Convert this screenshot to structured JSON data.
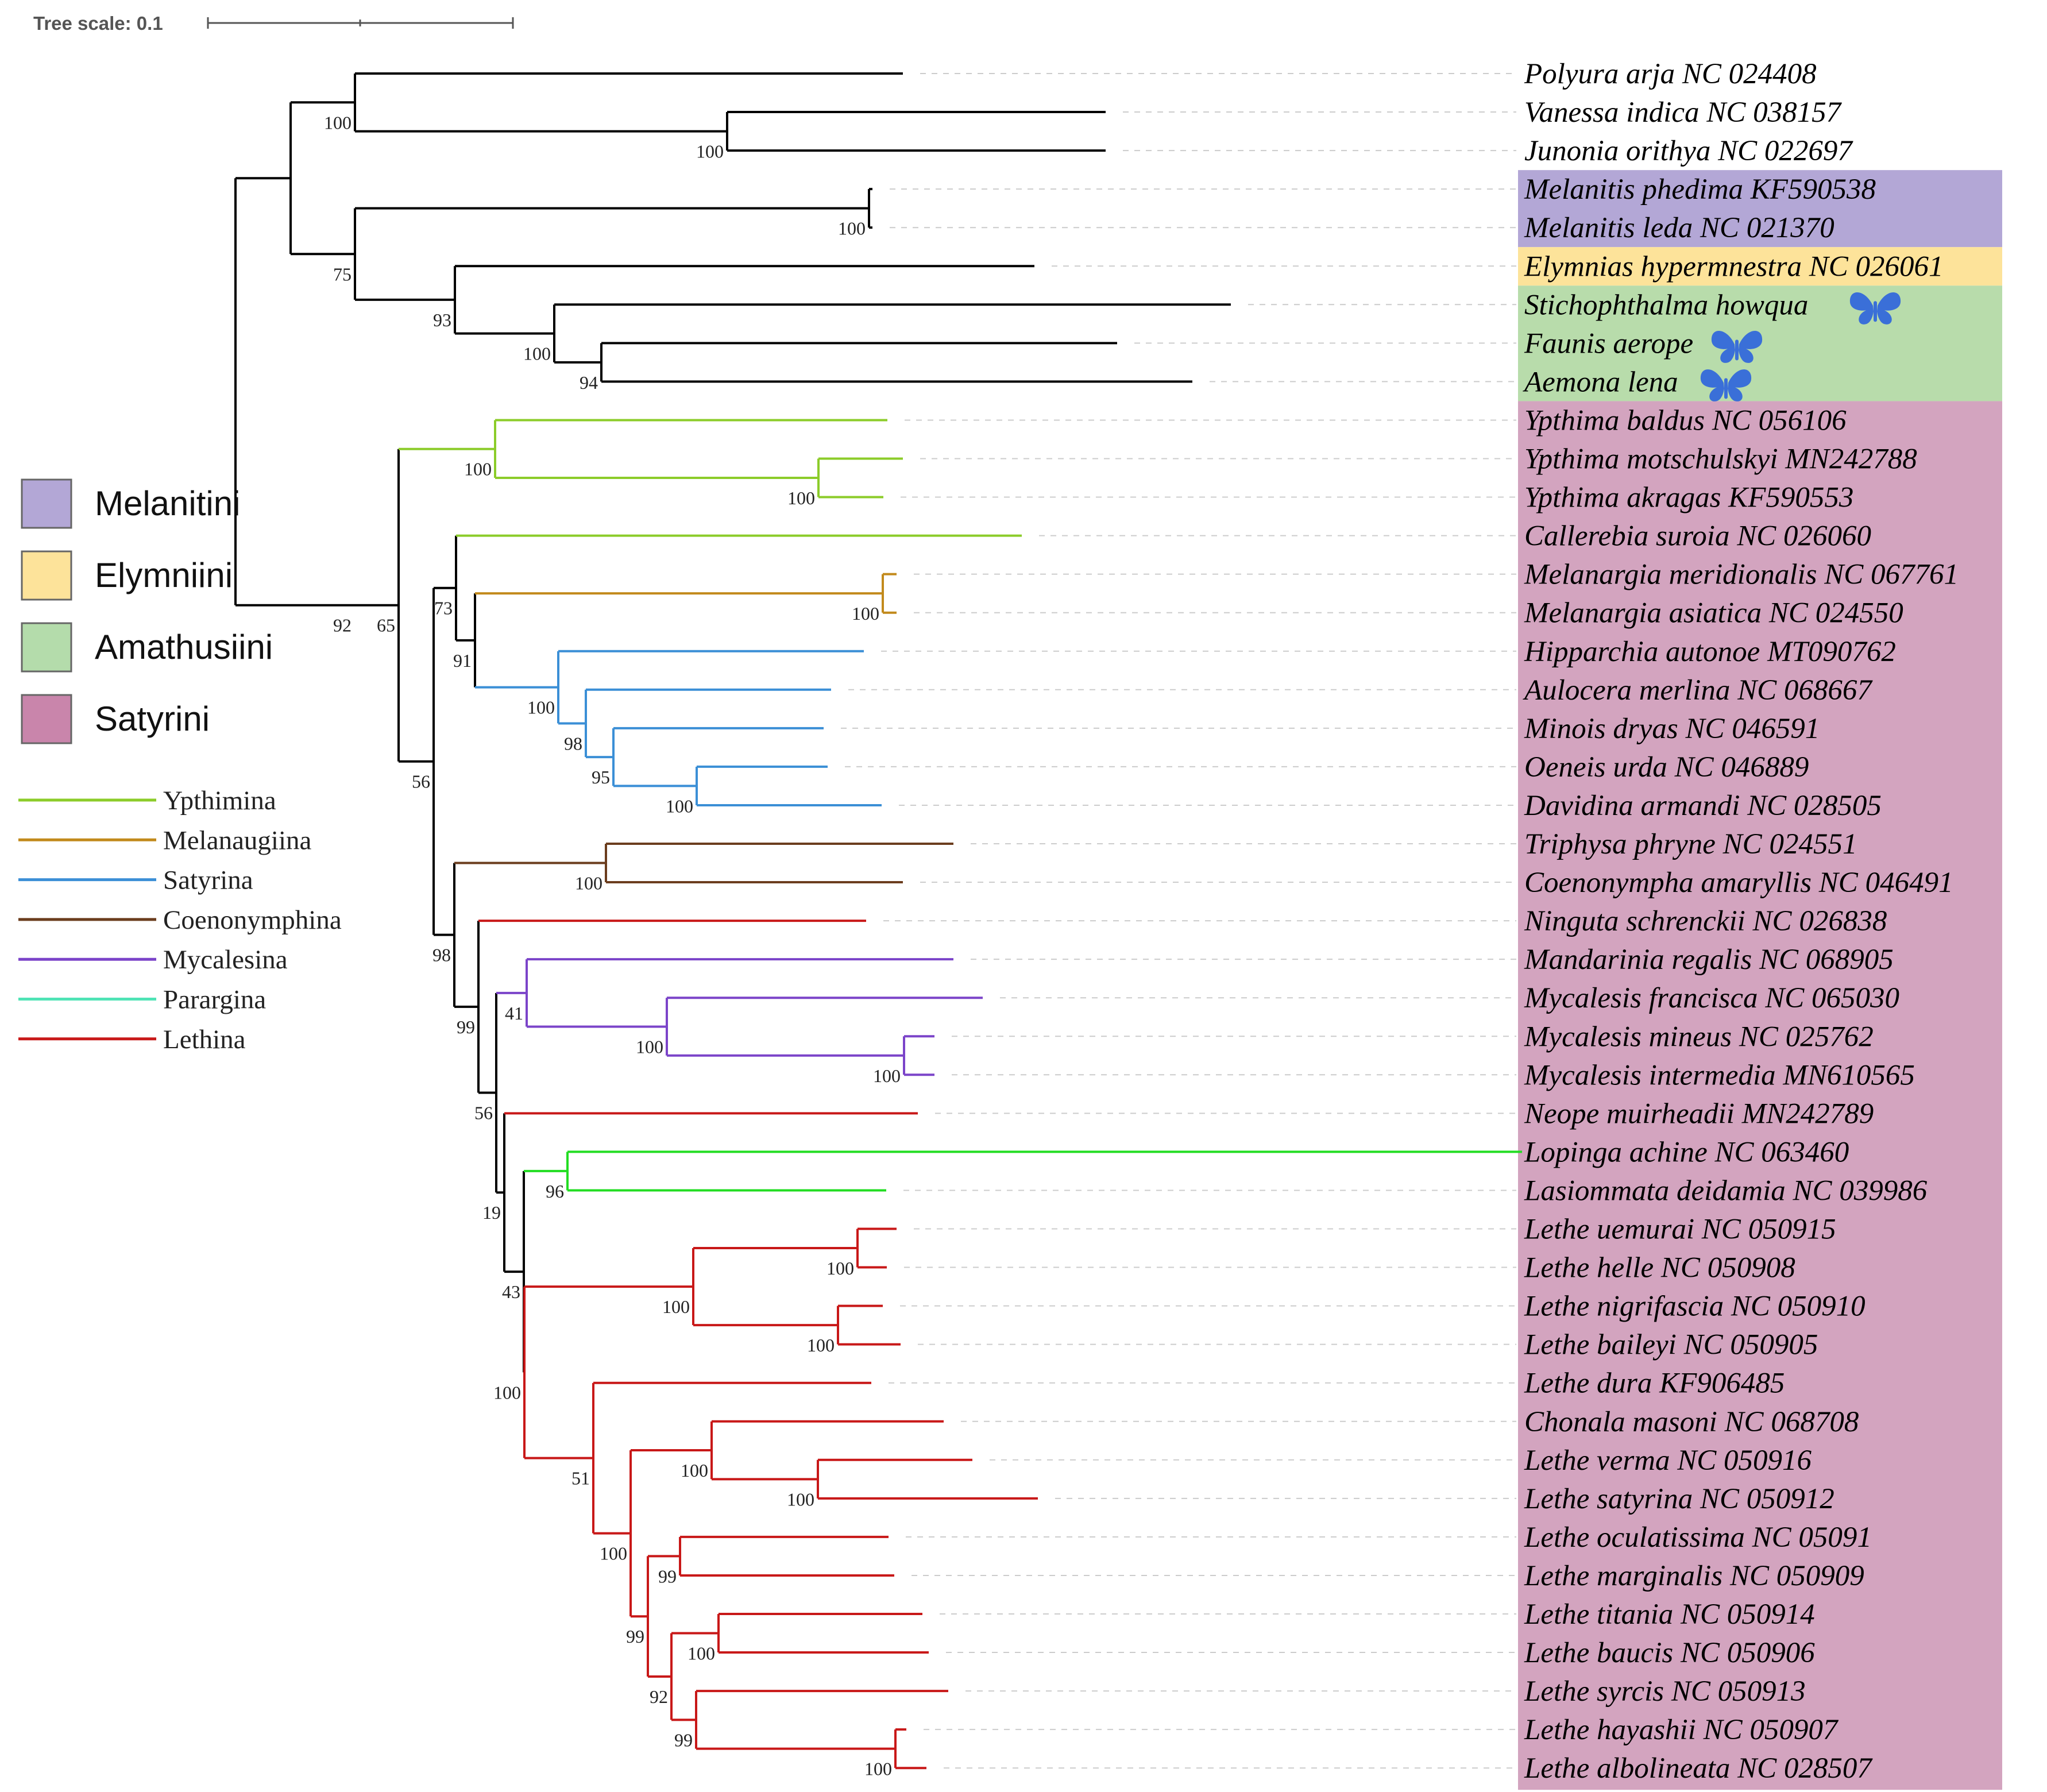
{
  "tree_scale": {
    "label": "Tree scale: 0.1"
  },
  "legend": {
    "tribes": [
      {
        "label": "Melanitini",
        "color": "#b3a7d6"
      },
      {
        "label": "Elymniini",
        "color": "#fde39a"
      },
      {
        "label": "Amathusiini",
        "color": "#b4dcab"
      },
      {
        "label": "Satyrini",
        "color": "#c985ab"
      }
    ],
    "subtribes": [
      {
        "label": "Ypthimina",
        "color": "#8ccc2a"
      },
      {
        "label": "Melanaugiina",
        "color": "#c28a1c"
      },
      {
        "label": "Satyrina",
        "color": "#3b8fd6"
      },
      {
        "label": "Coenonymphina",
        "color": "#6b3d1e"
      },
      {
        "label": "Mycalesina",
        "color": "#7b44c9"
      },
      {
        "label": "Parargina",
        "color": "#4fe3b5"
      },
      {
        "label": "Lethina",
        "color": "#c81818"
      }
    ]
  },
  "taxa": [
    "Polyura arja NC 024408",
    "Vanessa indica NC 038157",
    "Junonia orithya NC 022697",
    "Melanitis phedima KF590538",
    "Melanitis leda NC 021370",
    "Elymnias hypermnestra NC 026061",
    "Stichophthalma howqua",
    "Faunis aerope",
    "Aemona lena",
    "Ypthima baldus NC 056106",
    "Ypthima motschulskyi MN242788",
    "Ypthima akragas KF590553",
    "Callerebia suroia NC 026060",
    "Melanargia meridionalis NC 067761",
    "Melanargia asiatica NC 024550",
    "Hipparchia autonoe MT090762",
    "Aulocera merlina NC 068667",
    "Minois dryas NC 046591",
    "Oeneis urda NC 046889",
    "Davidina armandi NC 028505",
    "Triphysa phryne NC 024551",
    "Coenonympha amaryllis NC 046491",
    "Ninguta schrenckii NC 026838",
    "Mandarinia regalis NC 068905",
    "Mycalesis francisca NC 065030",
    "Mycalesis mineus NC 025762",
    "Mycalesis intermedia MN610565",
    "Neope muirheadii MN242789",
    "Lopinga achine NC 063460",
    "Lasiommata deidamia NC 039986",
    "Lethe uemurai NC 050915",
    "Lethe helle NC 050908",
    "Lethe nigrifascia NC 050910",
    "Lethe baileyi NC 050905",
    "Lethe dura KF906485",
    "Chonala masoni NC 068708",
    "Lethe verma NC 050916",
    "Lethe satyrina NC 050912",
    "Lethe oculatissima NC 05091",
    "Lethe marginalis NC 050909",
    "Lethe titania NC 050914",
    "Lethe baucis NC 050906",
    "Lethe syrcis NC 050913",
    "Lethe hayashii NC 050907",
    "Lethe albolineata NC 028507"
  ],
  "bootstrap_values": [
    "100",
    "100",
    "100",
    "75",
    "93",
    "100",
    "94",
    "100",
    "100",
    "73",
    "100",
    "91",
    "100",
    "98",
    "95",
    "100",
    "92",
    "65",
    "100",
    "98",
    "99",
    "41",
    "100",
    "100",
    "56",
    "19",
    "96",
    "43",
    "100",
    "100",
    "100",
    "100",
    "51",
    "100",
    "100",
    "100",
    "99",
    "99",
    "100",
    "92",
    "99",
    "100"
  ],
  "colors": {
    "black_branch": "#000000",
    "ypthimina": "#8ccc2a",
    "melanaugiina": "#c28a1c",
    "satyrina": "#3b8fd6",
    "coenonymphina": "#6b3d1e",
    "mycalesina": "#7b44c9",
    "lethina": "#c81818",
    "lopinga_branch": "#22dd22",
    "highlight_melanitini": "#b3a7d6",
    "highlight_elymniini": "#fde39a",
    "highlight_amathusiini": "#b8dcab",
    "highlight_satyrini": "#d3a4bf",
    "butterfly_icon": "#3a6fd8"
  },
  "icons": {
    "amathusiini_marker": "butterfly-icon"
  }
}
